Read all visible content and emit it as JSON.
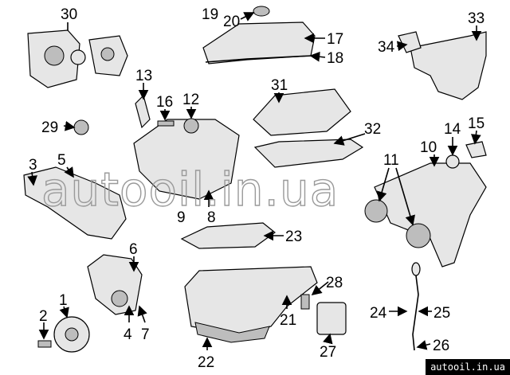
{
  "watermark": "autooil.in.ua",
  "watermark_badge": "autooil.in.ua",
  "callouts": [
    "1",
    "2",
    "3",
    "4",
    "5",
    "6",
    "7",
    "8",
    "9",
    "10",
    "11",
    "12",
    "13",
    "14",
    "15",
    "16",
    "17",
    "18",
    "19",
    "20",
    "21",
    "22",
    "23",
    "24",
    "25",
    "26",
    "27",
    "28",
    "29",
    "30",
    "31",
    "32",
    "33",
    "34"
  ]
}
